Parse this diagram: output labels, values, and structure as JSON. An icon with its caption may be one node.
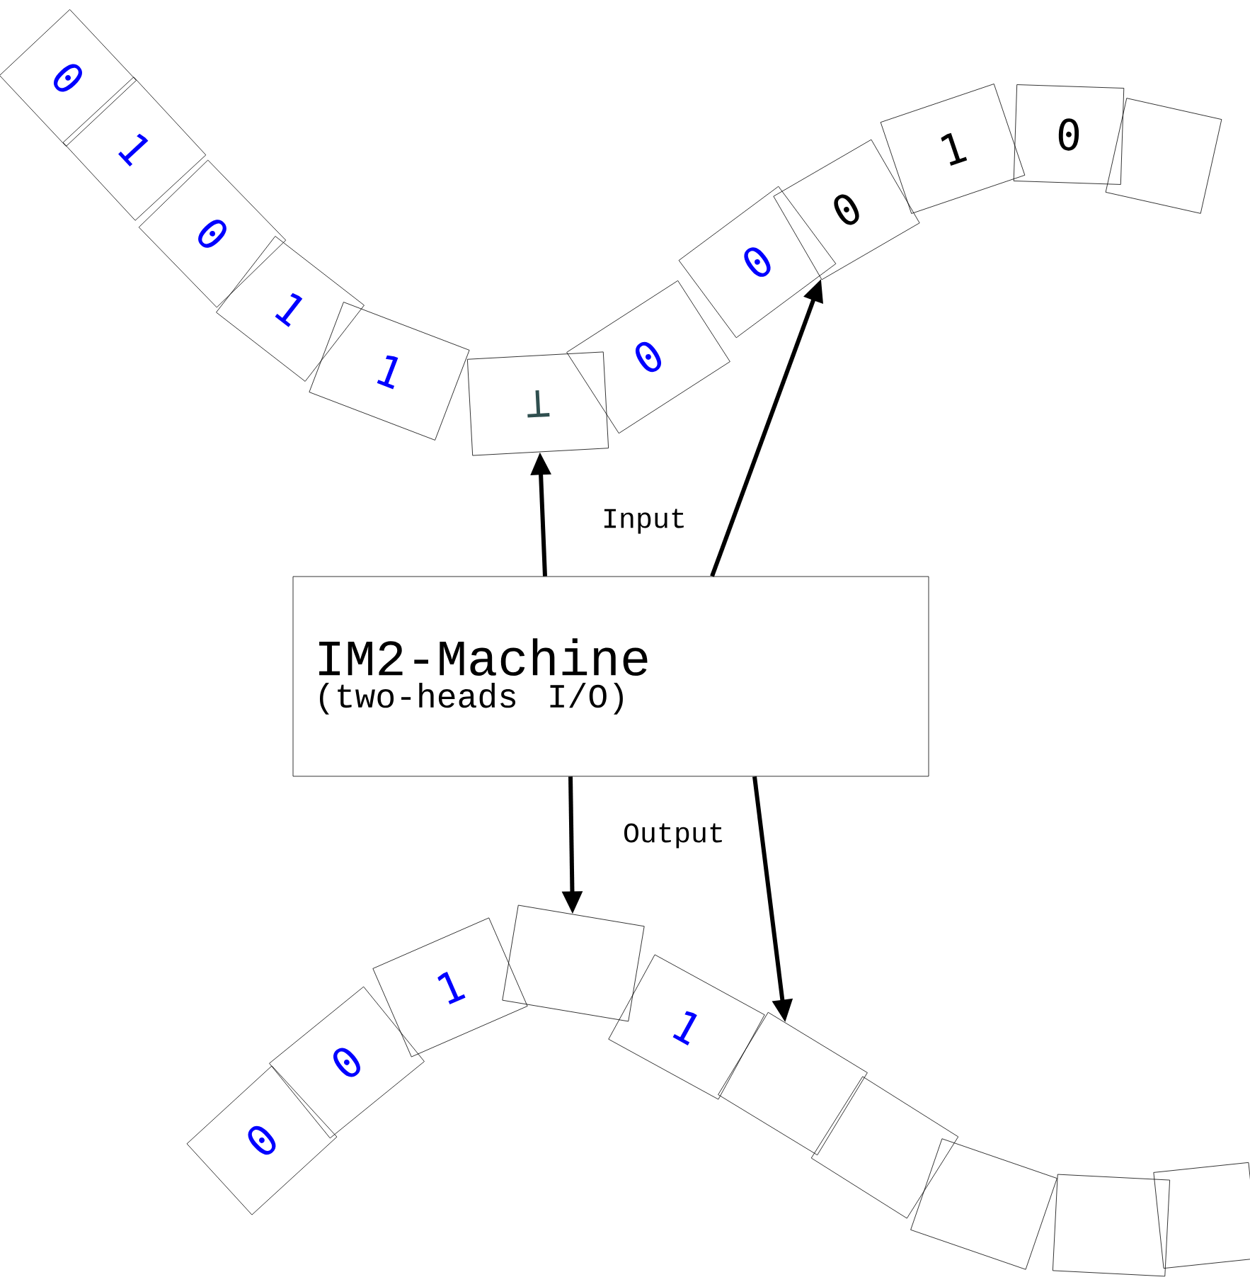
{
  "diagram": {
    "nodes": [
      {
        "text": [
          "0"
        ]
      },
      {
        "text": [
          "1"
        ]
      },
      {
        "text": [
          "0"
        ]
      },
      {
        "text": [
          "1"
        ]
      },
      {
        "text": [
          "1"
        ]
      },
      {
        "text": [
          "⊥"
        ]
      },
      {
        "text": [
          "0"
        ]
      },
      {
        "text": [
          "0"
        ]
      },
      {
        "text": [
          "0"
        ]
      },
      {
        "text": [
          "1"
        ]
      },
      {
        "text": [
          "0"
        ]
      },
      {
        "text": [],
        "shape": "box"
      },
      {
        "text": [
          "IM2-Machine",
          "(two-heads I/O)"
        ]
      },
      {
        "text": [
          "0"
        ]
      },
      {
        "text": [
          "0"
        ]
      },
      {
        "text": [
          "1"
        ]
      },
      {
        "text": [],
        "shape": "box"
      },
      {
        "text": [
          "1"
        ]
      },
      {
        "text": [],
        "shape": "box"
      },
      {
        "text": [],
        "shape": "box"
      },
      {
        "text": [],
        "shape": "box"
      },
      {
        "text": [],
        "shape": "box"
      },
      {
        "text": [],
        "shape": "box"
      }
    ],
    "edges": [
      {
        "from": 12,
        "to": 5,
        "arrow": "to",
        "label": "Input"
      },
      {
        "from": 12,
        "to": 8,
        "arrow": "to"
      },
      {
        "from": 12,
        "to": 16,
        "arrow": "to",
        "label": "Output"
      },
      {
        "from": 12,
        "to": 18,
        "arrow": "to"
      }
    ]
  }
}
